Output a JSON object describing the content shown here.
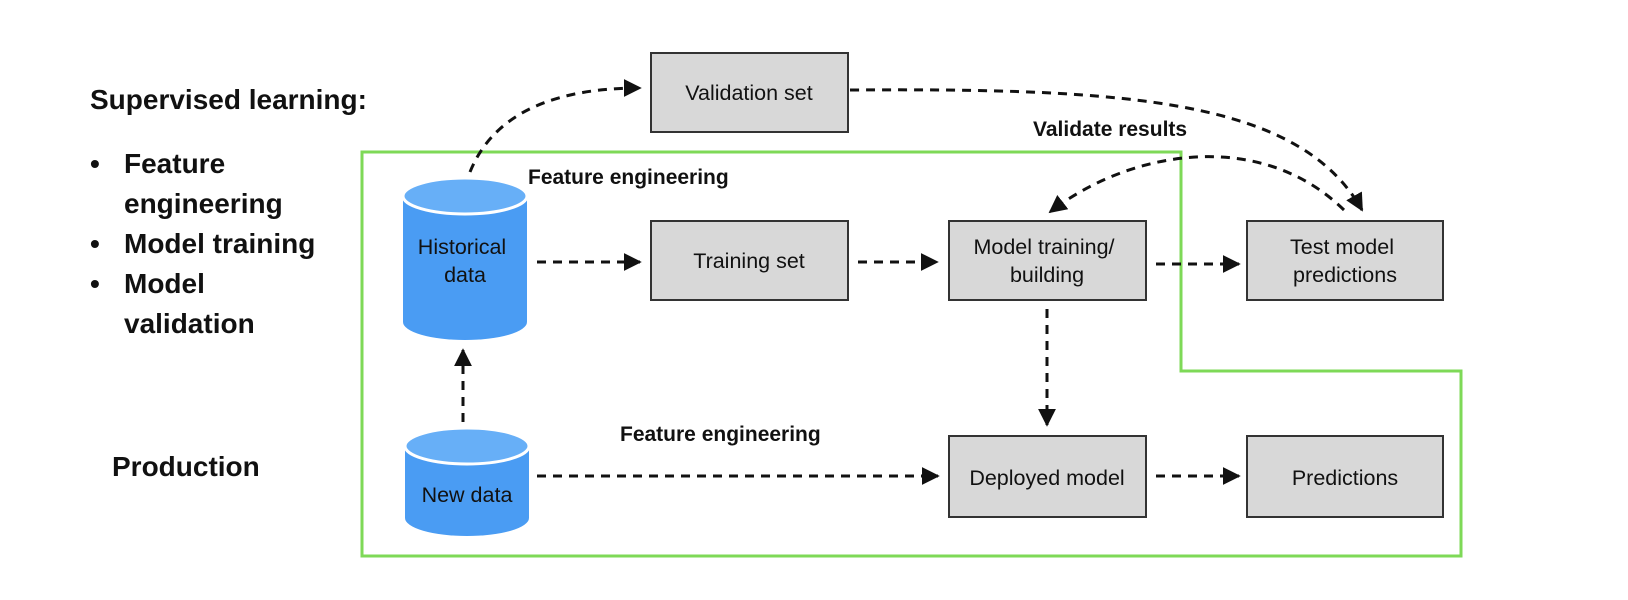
{
  "sidebar": {
    "supervised_heading": "Supervised learning:",
    "supervised_items": [
      "Feature engineering",
      "Model training",
      "Model validation"
    ],
    "production_heading": "Production"
  },
  "nodes": {
    "historical_data": [
      "Historical",
      "data"
    ],
    "new_data": [
      "New data"
    ],
    "validation_set": [
      "Validation set"
    ],
    "training_set": [
      "Training set"
    ],
    "model_training": [
      "Model training/",
      "building"
    ],
    "test_predictions": [
      "Test model",
      "predictions"
    ],
    "deployed_model": [
      "Deployed model"
    ],
    "predictions": [
      "Predictions"
    ]
  },
  "edge_labels": {
    "feature_engineering_top": "Feature engineering",
    "feature_engineering_bottom": "Feature engineering",
    "validate_results": "Validate results"
  },
  "colors": {
    "boundary": "#7ed957",
    "cylinder": "#4a9cf3",
    "cylinder_top": "#67aff7",
    "box_fill": "#d8d8d8",
    "box_stroke": "#333333",
    "arrow": "#111111"
  }
}
